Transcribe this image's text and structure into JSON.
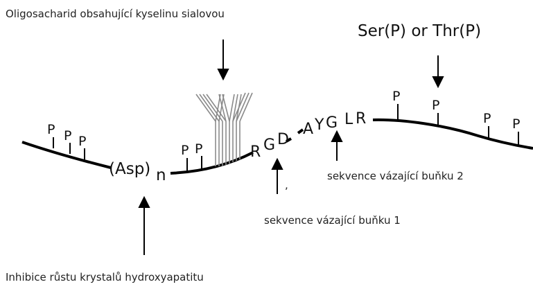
{
  "labels": {
    "oligosaccharide": "Oligosacharid obsahující kyselinu sialovou",
    "ser_thr": "Ser(P) or Thr(P)",
    "binding_seq_2": "sekvence vázající buňku 2",
    "binding_seq_1": "sekvence vázající buňku 1",
    "inhibition": "Inhibice růstu krystalů hydroxyapatitu",
    "asp": "(Asp)",
    "asp_sub": "n",
    "p": "P",
    "residues": {
      "r1": "R",
      "g1": "G",
      "d1": "D",
      "a": "A",
      "y": "Y",
      "g2": "G",
      "l": "L",
      "r2": "R"
    },
    "dot": ","
  },
  "colors": {
    "line": "#000000",
    "glycan": "#888888",
    "text": "#111111"
  }
}
